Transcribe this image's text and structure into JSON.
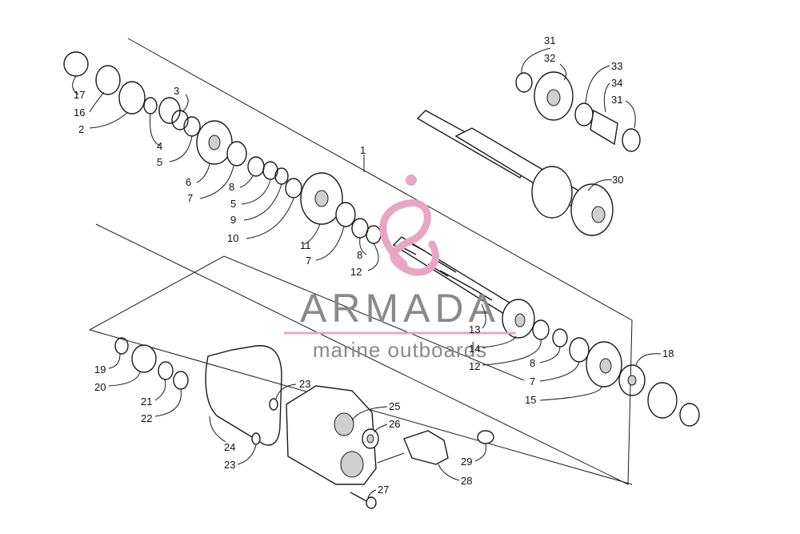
{
  "watermark": {
    "brand": "ARMADA",
    "tagline": "marine outboards",
    "logo_color": "#e8a6c4",
    "text_color": "#8a8a8a"
  },
  "callouts": {
    "c1": "1",
    "c2": "2",
    "c3": "3",
    "c4": "4",
    "c5a": "5",
    "c5b": "5",
    "c6": "6",
    "c7a": "7",
    "c7b": "7",
    "c7c": "7",
    "c8a": "8",
    "c8b": "8",
    "c8c": "8",
    "c9": "9",
    "c10": "10",
    "c11": "11",
    "c12a": "12",
    "c12b": "12",
    "c13": "13",
    "c14": "14",
    "c15": "15",
    "c16": "16",
    "c17": "17",
    "c18": "18",
    "c19": "19",
    "c20": "20",
    "c21": "21",
    "c22": "22",
    "c23a": "23",
    "c23b": "23",
    "c24": "24",
    "c25": "25",
    "c26": "26",
    "c27": "27",
    "c28": "28",
    "c29": "29",
    "c30": "30",
    "c31a": "31",
    "c31b": "31",
    "c32": "32",
    "c33": "33",
    "c34": "34"
  }
}
